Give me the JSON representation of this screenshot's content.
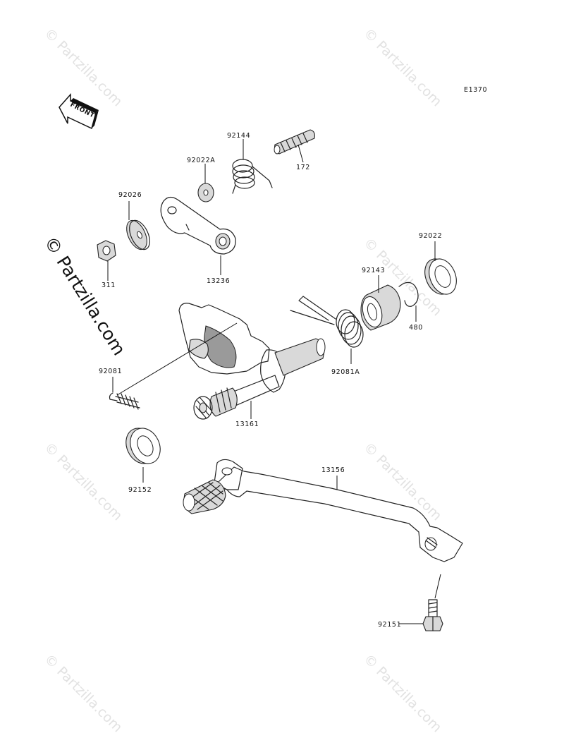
{
  "diagram_code": "E1370",
  "front_label": "FRONT",
  "watermark_side": "© Partzilla.com",
  "watermarks": [
    "© Partzilla.com",
    "© Partzilla.com",
    "© Partzilla.com",
    "© Partzilla.com",
    "© Partzilla.com",
    "© Partzilla.com",
    "© Partzilla.com",
    "© Partzilla.com"
  ],
  "parts": {
    "p172": "172",
    "p92144": "92144",
    "p92022A": "92022A",
    "p92026": "92026",
    "p13236": "13236",
    "p311": "311",
    "p92022": "92022",
    "p92143": "92143",
    "p480": "480",
    "p92081A": "92081A",
    "p92081": "92081",
    "p13161": "13161",
    "p92152": "92152",
    "p13156": "13156",
    "p92151": "92151"
  }
}
